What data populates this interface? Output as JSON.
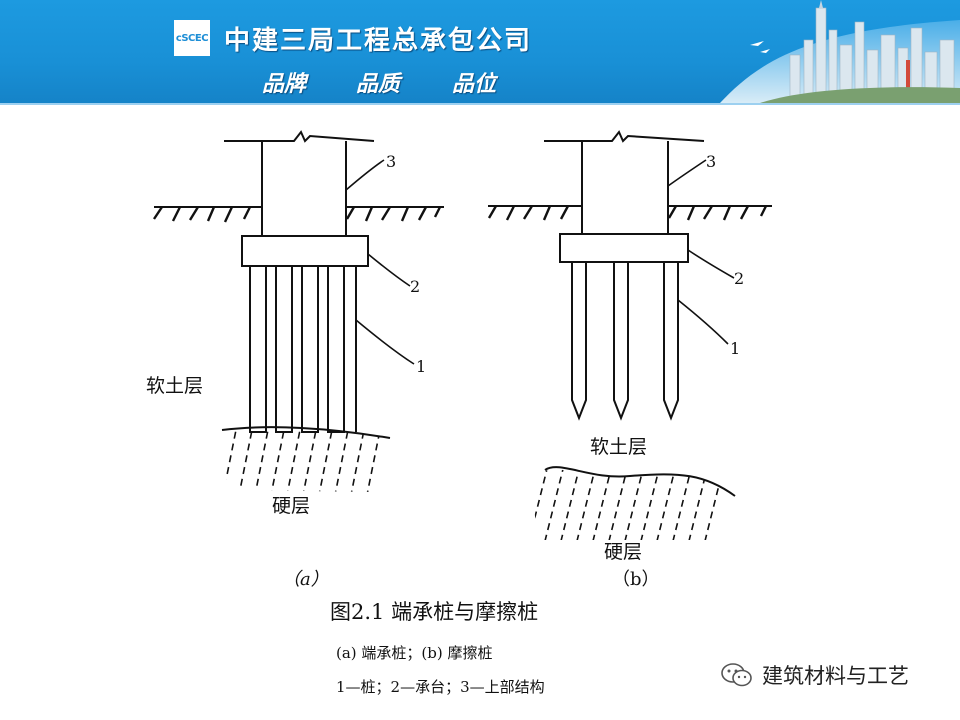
{
  "header": {
    "logo_text": "cSCEC",
    "company": "中建三局工程总承包公司",
    "slogans": [
      "品牌",
      "品质",
      "品位"
    ]
  },
  "figure": {
    "a": {
      "labels": {
        "pile": "1",
        "cap": "2",
        "structure": "3"
      },
      "soft_layer": "软土层",
      "hard_layer": "硬层",
      "sublabel": "（a）"
    },
    "b": {
      "labels": {
        "pile": "1",
        "cap": "2",
        "structure": "3"
      },
      "soft_layer": "软土层",
      "hard_layer": "硬层",
      "sublabel": "（b）"
    },
    "caption": "图2.1 端承桩与摩擦桩",
    "note1": "(a) 端承桩；(b) 摩擦桩",
    "note2": "1—桩；2—承台；3—上部结构"
  },
  "watermark": {
    "icon": "wechat-icon",
    "text": "建筑材料与工艺"
  }
}
